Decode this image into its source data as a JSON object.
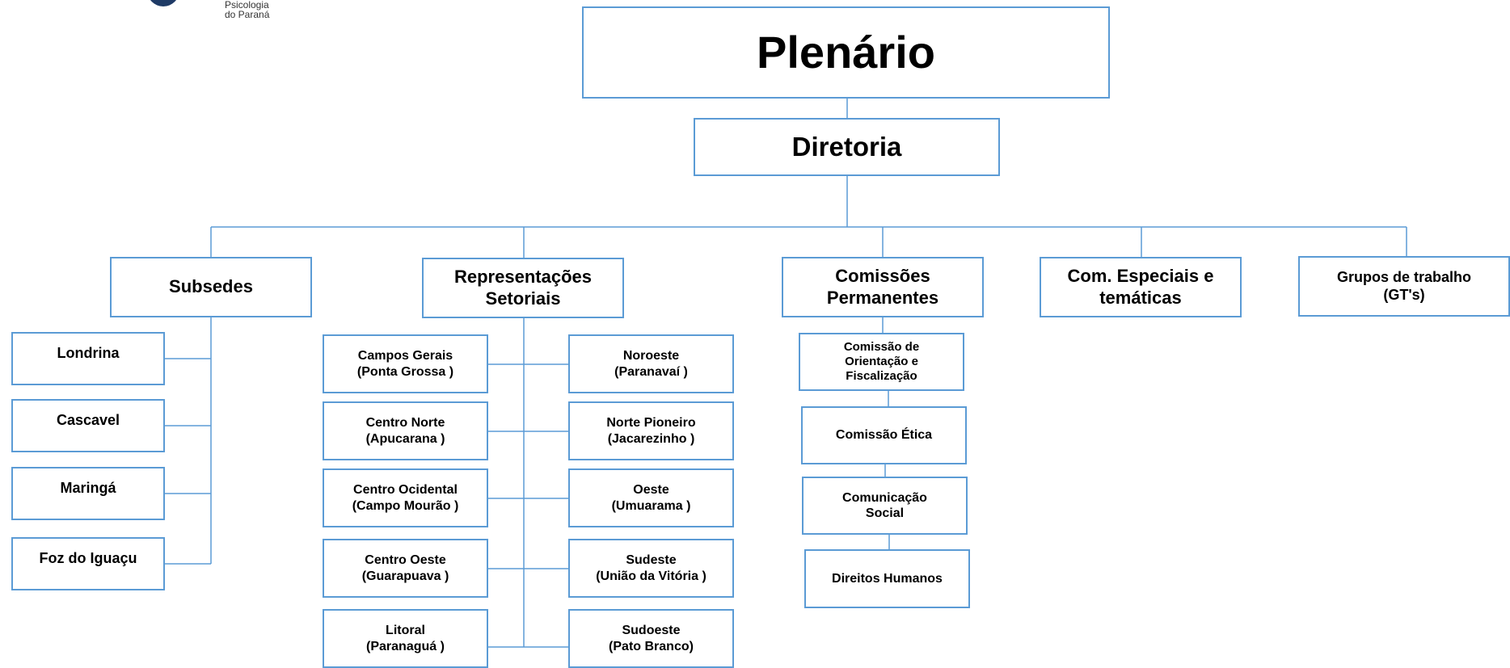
{
  "logo": {
    "text": "Psicologia\ndo Paraná"
  },
  "top": "Plenário",
  "diretoria": "Diretoria",
  "branches": [
    {
      "label": "Subsedes"
    },
    {
      "label": "Representações\nSetoriais"
    },
    {
      "label": "Comissões\nPermanentes"
    },
    {
      "label": "Com. Especiais e\ntemáticas"
    },
    {
      "label": "Grupos de trabalho\n(GT's)"
    }
  ],
  "subsedes": [
    "Londrina",
    "Cascavel",
    "Maringá",
    "Foz do Iguaçu"
  ],
  "representacoes_left": [
    "Campos Gerais\n(Ponta Grossa )",
    "Centro Norte\n(Apucarana )",
    "Centro Ocidental\n(Campo Mourão )",
    "Centro Oeste\n(Guarapuava )",
    "Litoral\n(Paranaguá )"
  ],
  "representacoes_right": [
    "Noroeste\n(Paranavaí )",
    "Norte Pioneiro\n(Jacarezinho )",
    "Oeste\n(Umuarama )",
    "Sudeste\n(União da Vitória )",
    "Sudoeste\n(Pato Branco)"
  ],
  "comissoes": [
    "Comissão de\nOrientação e\nFiscalização",
    "Comissão Ética",
    "Comunicação\nSocial",
    "Direitos Humanos"
  ]
}
